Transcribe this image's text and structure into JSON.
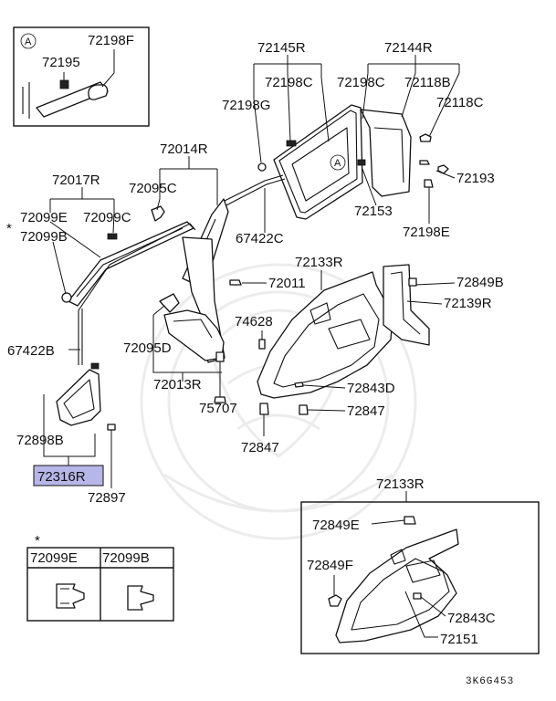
{
  "diagram": {
    "labels": {
      "p72198F": "72198F",
      "p72195": "72195",
      "circleA": "A",
      "p72145R": "72145R",
      "p72144R": "72144R",
      "p72198C_a": "72198C",
      "p72198G": "72198G",
      "p72198C_b": "72198C",
      "p72118B": "72118B",
      "p72118C": "72118C",
      "p72193": "72193",
      "circleA2": "A",
      "p72153": "72153",
      "p72198E": "72198E",
      "p72014R": "72014R",
      "p72017R": "72017R",
      "p72095C": "72095C",
      "asterisk": "*",
      "p72099E": "72099E",
      "p72099C": "72099C",
      "p72099B": "72099B",
      "p67422C": "67422C",
      "p72133R": "72133R",
      "p72011": "72011",
      "p72849B": "72849B",
      "p72139R": "72139R",
      "p74628": "74628",
      "p67422B": "67422B",
      "p72095D": "72095D",
      "p72013R": "72013R",
      "p72843D": "72843D",
      "p75707": "75707",
      "p72847_a": "72847",
      "p72898B": "72898B",
      "p72847_b": "72847",
      "p72316R": "72316R",
      "p72897": "72897",
      "p72133R_b": "72133R",
      "legendAsterisk": "*",
      "legend72099E": "72099E",
      "legend72099B": "72099B",
      "p72849E": "72849E",
      "p72849F": "72849F",
      "p72843C": "72843C",
      "p72151": "72151",
      "code": "3K6G453"
    },
    "highlight_color": "#b6b6e8"
  }
}
